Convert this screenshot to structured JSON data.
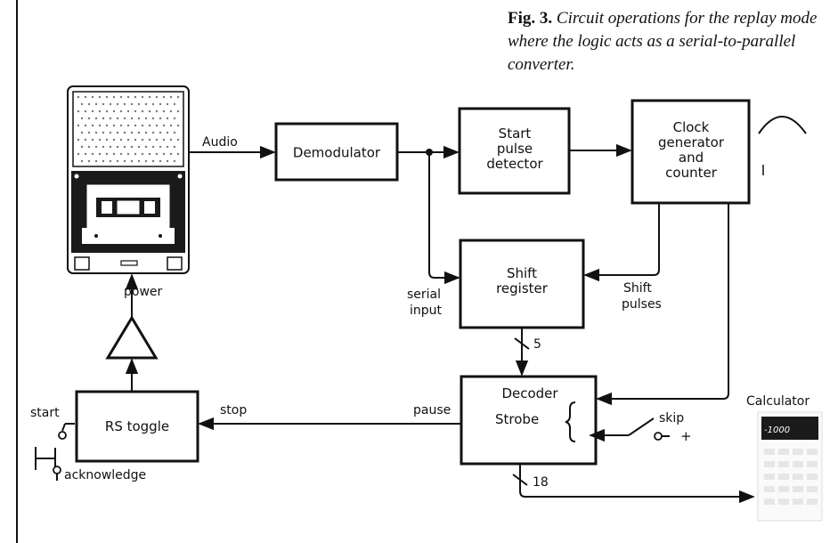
{
  "caption": {
    "fig_label": "Fig. 3.",
    "text": "Circuit operations for the replay mode where the logic acts as a serial-to-parallel converter."
  },
  "blocks": {
    "demodulator": "Demodulator",
    "start_pulse": [
      "Start",
      "pulse",
      "detector"
    ],
    "clock": [
      "Clock",
      "generator",
      "and",
      "counter"
    ],
    "shift_register": [
      "Shift",
      "register"
    ],
    "decoder": "Decoder",
    "strobe": "Strobe",
    "rs_toggle": "RS toggle",
    "calculator": "Calculator"
  },
  "labels": {
    "audio": "Audio",
    "power": "power",
    "serial_input": [
      "serial",
      "input"
    ],
    "shift_pulses": [
      "Shift",
      "pulses"
    ],
    "bus_5": "5",
    "bus_18": "18",
    "pause": "pause",
    "stop": "stop",
    "start": "start",
    "acknowledge": "acknowledge",
    "skip": "skip",
    "plus": "+",
    "display": "-1000"
  },
  "colors": {
    "ink": "#111111",
    "paper": "#ffffff"
  }
}
